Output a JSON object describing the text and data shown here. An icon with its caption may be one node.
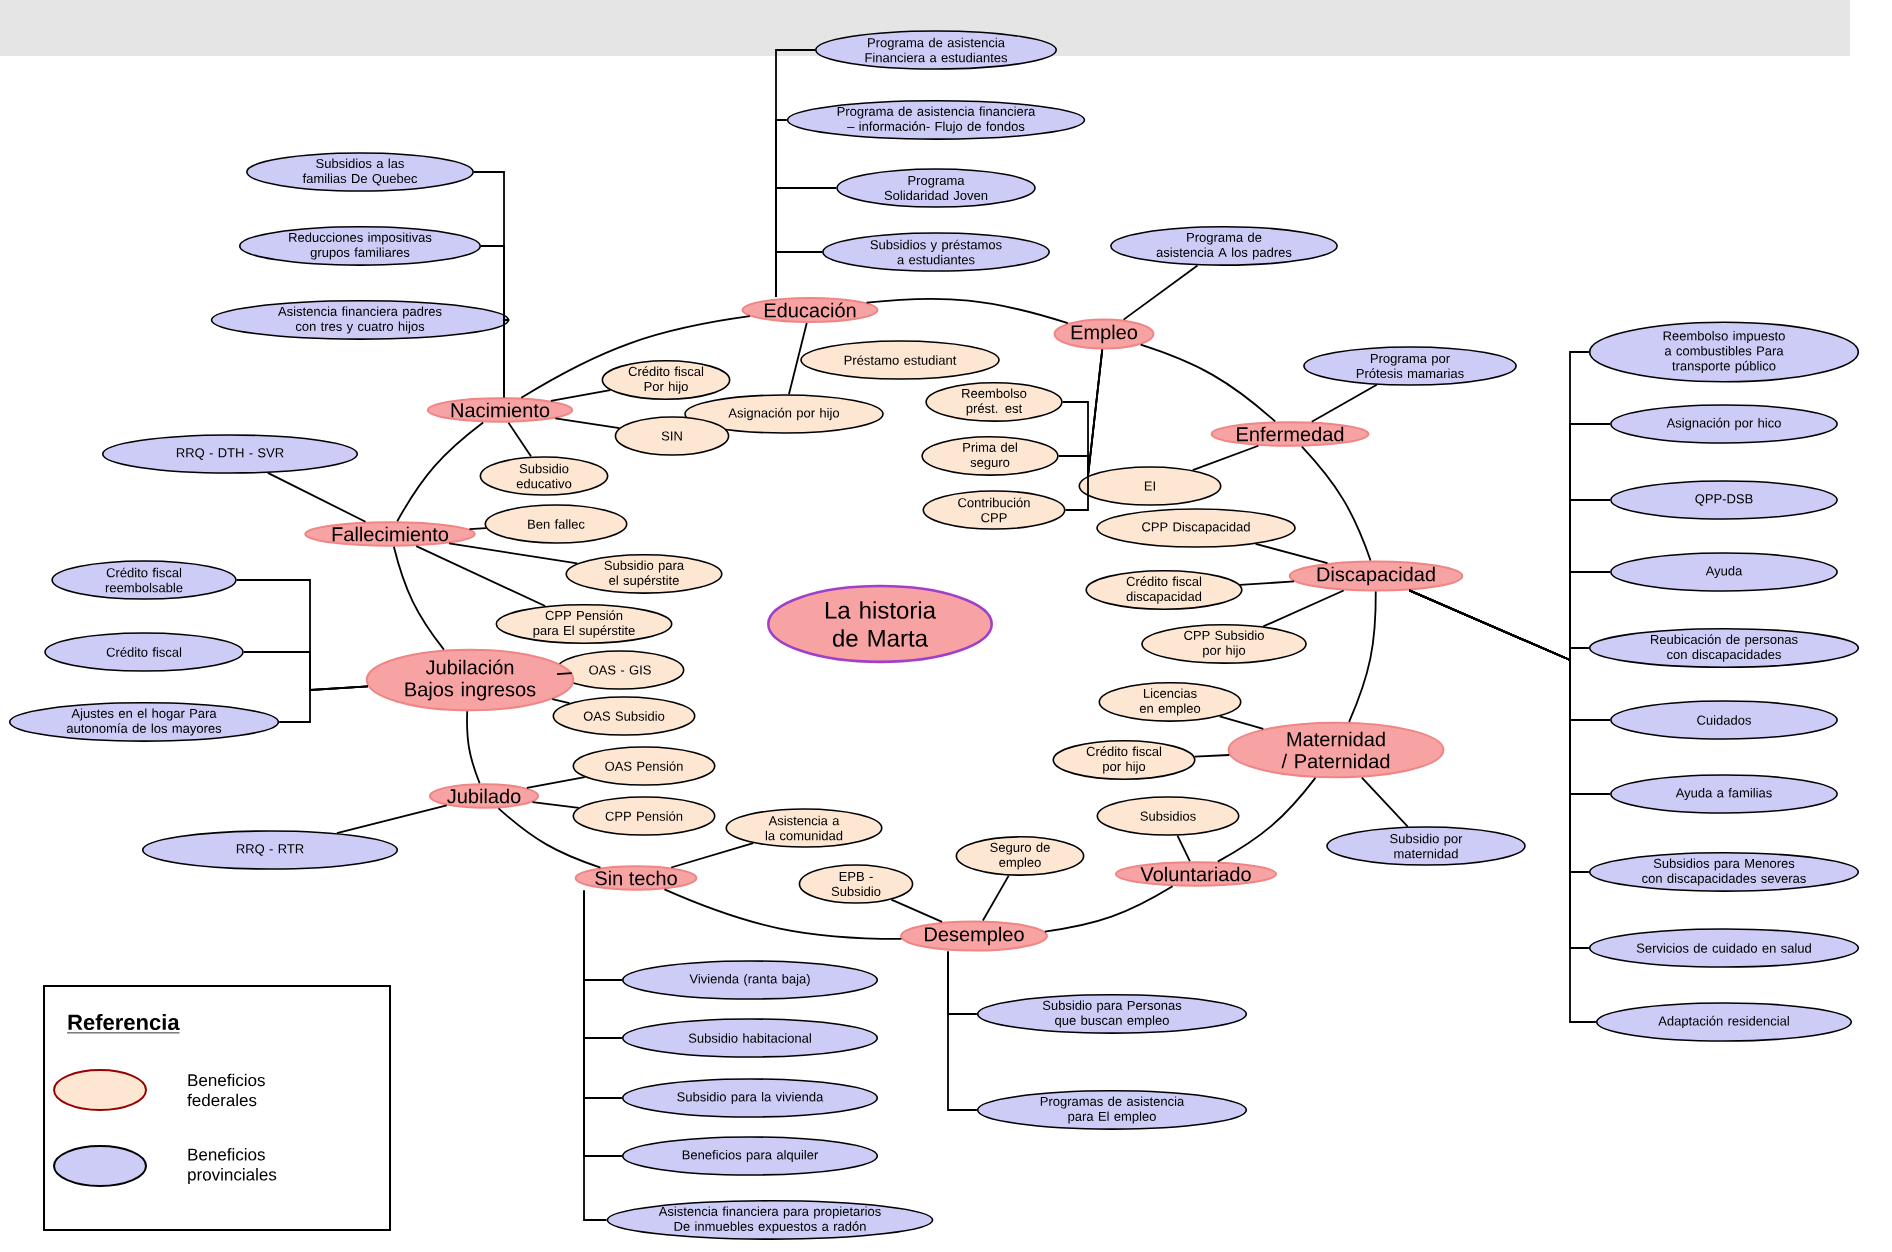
{
  "diagram": {
    "nodes": [
      {
        "text": [
          "Programa de asistencia Financiera a estudiantes"
        ]
      },
      {
        "text": [
          "Programa de asistencia financiera – información- Flujo de fondos"
        ]
      },
      {
        "text": [
          "Programa Solidaridad Joven"
        ]
      },
      {
        "text": [
          "Subsidios a las familias De Quebec"
        ]
      },
      {
        "text": [
          "Subsidios y préstamos a estudiantes"
        ]
      },
      {
        "text": [
          "Programa de asistencia A los padres"
        ]
      },
      {
        "text": [
          "Reducciones impositivas grupos familiares"
        ]
      },
      {
        "text": [
          "Educación"
        ]
      },
      {
        "text": [
          "Asistencia financiera padres con tres y cuatro hijos"
        ]
      },
      {
        "text": [
          "Empleo"
        ]
      },
      {
        "text": [
          "Préstamo estudiant"
        ]
      },
      {
        "text": [
          "Reembolso impuesto a combustibles Para transporte público"
        ]
      },
      {
        "text": [
          "Programa por Prótesis mamarias"
        ]
      },
      {
        "text": [
          "Crédito fiscal Por hijo"
        ]
      },
      {
        "text": [
          "Reembolso prést. est"
        ]
      },
      {
        "text": [
          "Asignación por hijo"
        ]
      },
      {
        "text": [
          "Nacimiento"
        ]
      },
      {
        "text": [
          "Asignación por hico"
        ]
      },
      {
        "text": [
          "Enfermedad"
        ]
      },
      {
        "text": [
          "SIN"
        ]
      },
      {
        "text": [
          "RRQ - DTH - SVR"
        ]
      },
      {
        "text": [
          "Prima del seguro"
        ]
      },
      {
        "text": [
          "Subsidio educativo"
        ]
      },
      {
        "text": [
          "EI"
        ]
      },
      {
        "text": [
          "QPP-DSB"
        ]
      },
      {
        "text": [
          "Contribución CPP"
        ]
      },
      {
        "text": [
          "Ben fallec"
        ]
      },
      {
        "text": [
          "CPP Discapacidad"
        ]
      },
      {
        "text": [
          "Fallecimiento"
        ]
      },
      {
        "text": [
          "Ayuda"
        ]
      },
      {
        "text": [
          "Subsidio para el supérstite"
        ]
      },
      {
        "text": [
          "Discapacidad"
        ]
      },
      {
        "text": [
          "Crédito fiscal reembolsable"
        ]
      },
      {
        "text": [
          "Crédito fiscal discapacidad"
        ]
      },
      {
        "text": [
          "CPP Pensión para El supérstite"
        ]
      },
      {
        "text": [
          "La historia de Marta"
        ]
      },
      {
        "text": [
          "CPP Subsidio por hijo"
        ]
      },
      {
        "text": [
          "Reubicación de personas con discapacidades"
        ]
      },
      {
        "text": [
          "Crédito fiscal"
        ]
      },
      {
        "text": [
          "OAS - GIS"
        ]
      },
      {
        "text": [
          "Jubilación Bajos ingresos"
        ]
      },
      {
        "text": [
          "Licencias en empleo"
        ]
      },
      {
        "text": [
          "OAS Subsidio"
        ]
      },
      {
        "text": [
          "Cuidados"
        ]
      },
      {
        "text": [
          "Ajustes en el hogar Para autonomía de los mayores"
        ]
      },
      {
        "text": [
          "Maternidad / Paternidad"
        ]
      },
      {
        "text": [
          "Crédito fiscal por hijo"
        ]
      },
      {
        "text": [
          "OAS Pensión"
        ]
      },
      {
        "text": [
          "Jubilado"
        ]
      },
      {
        "text": [
          "Ayuda a familias"
        ]
      },
      {
        "text": [
          "Subsidios"
        ]
      },
      {
        "text": [
          "CPP Pensión"
        ]
      },
      {
        "text": [
          "Asistencia a la comunidad"
        ]
      },
      {
        "text": [
          "RRQ - RTR"
        ]
      },
      {
        "text": [
          "Subsidio por maternidad"
        ]
      },
      {
        "text": [
          "Seguro de empleo"
        ]
      },
      {
        "text": [
          "Sin techo"
        ]
      },
      {
        "text": [
          "Voluntariado"
        ]
      },
      {
        "text": [
          "Subsidios para Menores con discapacidades severas"
        ]
      },
      {
        "text": [
          "EPB - Subsidio"
        ]
      },
      {
        "text": [
          "Desempleo"
        ]
      },
      {
        "text": [
          "Servicios de cuidado en salud"
        ]
      },
      {
        "text": [
          "Vivienda (ranta baja)"
        ]
      },
      {
        "text": [
          "Subsidio para Personas que buscan empleo"
        ]
      },
      {
        "text": [
          "Adaptación residencial"
        ]
      },
      {
        "text": [
          "Subsidio habitacional"
        ]
      },
      {
        "text": [
          "Programas de asistencia para El empleo"
        ]
      },
      {
        "text": [
          "Subsidio para la vivienda"
        ]
      },
      {
        "text": [
          "Beneficios para alquiler"
        ]
      },
      {
        "text": [
          "Asistencia financiera para propietarios De inmuebles expuestos a radón"
        ]
      }
    ],
    "edges": [
      {
        "from": 7,
        "to": 9,
        "arrow": "none"
      },
      {
        "from": 9,
        "to": 18,
        "arrow": "none"
      },
      {
        "from": 18,
        "to": 31,
        "arrow": "none"
      },
      {
        "from": 31,
        "to": 45,
        "arrow": "none"
      },
      {
        "from": 45,
        "to": 57,
        "arrow": "none"
      },
      {
        "from": 57,
        "to": 60,
        "arrow": "none"
      },
      {
        "from": 60,
        "to": 56,
        "arrow": "none"
      },
      {
        "from": 56,
        "to": 48,
        "arrow": "none"
      },
      {
        "from": 48,
        "to": 40,
        "arrow": "none"
      },
      {
        "from": 40,
        "to": 28,
        "arrow": "none"
      },
      {
        "from": 28,
        "to": 16,
        "arrow": "none"
      },
      {
        "from": 16,
        "to": 7,
        "arrow": "none"
      },
      {
        "from": 7,
        "to": 0,
        "arrow": "none"
      },
      {
        "from": 7,
        "to": 1,
        "arrow": "none"
      },
      {
        "from": 7,
        "to": 2,
        "arrow": "none"
      },
      {
        "from": 7,
        "to": 4,
        "arrow": "none"
      },
      {
        "from": 7,
        "to": 15,
        "arrow": "none"
      },
      {
        "from": 16,
        "to": 3,
        "arrow": "none"
      },
      {
        "from": 16,
        "to": 6,
        "arrow": "none"
      },
      {
        "from": 16,
        "to": 8,
        "arrow": "none"
      },
      {
        "from": 16,
        "to": 13,
        "arrow": "none"
      },
      {
        "from": 16,
        "to": 19,
        "arrow": "none"
      },
      {
        "from": 16,
        "to": 22,
        "arrow": "none"
      },
      {
        "from": 9,
        "to": 5,
        "arrow": "none"
      },
      {
        "from": 9,
        "to": 14,
        "arrow": "none"
      },
      {
        "from": 9,
        "to": 21,
        "arrow": "none"
      },
      {
        "from": 9,
        "to": 25,
        "arrow": "none"
      },
      {
        "from": 18,
        "to": 12,
        "arrow": "none"
      },
      {
        "from": 18,
        "to": 23,
        "arrow": "none"
      },
      {
        "from": 31,
        "to": 27,
        "arrow": "none"
      },
      {
        "from": 31,
        "to": 33,
        "arrow": "none"
      },
      {
        "from": 31,
        "to": 36,
        "arrow": "none"
      },
      {
        "from": 31,
        "to": 11,
        "arrow": "none"
      },
      {
        "from": 31,
        "to": 17,
        "arrow": "none"
      },
      {
        "from": 31,
        "to": 24,
        "arrow": "none"
      },
      {
        "from": 31,
        "to": 29,
        "arrow": "none"
      },
      {
        "from": 31,
        "to": 37,
        "arrow": "none"
      },
      {
        "from": 31,
        "to": 43,
        "arrow": "none"
      },
      {
        "from": 31,
        "to": 49,
        "arrow": "none"
      },
      {
        "from": 31,
        "to": 58,
        "arrow": "none"
      },
      {
        "from": 31,
        "to": 61,
        "arrow": "none"
      },
      {
        "from": 31,
        "to": 64,
        "arrow": "none"
      },
      {
        "from": 28,
        "to": 20,
        "arrow": "none"
      },
      {
        "from": 28,
        "to": 26,
        "arrow": "none"
      },
      {
        "from": 28,
        "to": 30,
        "arrow": "none"
      },
      {
        "from": 28,
        "to": 34,
        "arrow": "none"
      },
      {
        "from": 40,
        "to": 32,
        "arrow": "none"
      },
      {
        "from": 40,
        "to": 38,
        "arrow": "none"
      },
      {
        "from": 40,
        "to": 44,
        "arrow": "none"
      },
      {
        "from": 40,
        "to": 39,
        "arrow": "none"
      },
      {
        "from": 40,
        "to": 42,
        "arrow": "none"
      },
      {
        "from": 48,
        "to": 53,
        "arrow": "none"
      },
      {
        "from": 48,
        "to": 47,
        "arrow": "none"
      },
      {
        "from": 48,
        "to": 51,
        "arrow": "none"
      },
      {
        "from": 45,
        "to": 41,
        "arrow": "none"
      },
      {
        "from": 45,
        "to": 46,
        "arrow": "none"
      },
      {
        "from": 45,
        "to": 54,
        "arrow": "none"
      },
      {
        "from": 57,
        "to": 50,
        "arrow": "none"
      },
      {
        "from": 56,
        "to": 52,
        "arrow": "none"
      },
      {
        "from": 56,
        "to": 62,
        "arrow": "none"
      },
      {
        "from": 56,
        "to": 65,
        "arrow": "none"
      },
      {
        "from": 56,
        "to": 67,
        "arrow": "none"
      },
      {
        "from": 56,
        "to": 68,
        "arrow": "none"
      },
      {
        "from": 56,
        "to": 69,
        "arrow": "none"
      },
      {
        "from": 60,
        "to": 55,
        "arrow": "none"
      },
      {
        "from": 60,
        "to": 59,
        "arrow": "none"
      },
      {
        "from": 60,
        "to": 63,
        "arrow": "none"
      },
      {
        "from": 60,
        "to": 66,
        "arrow": "none"
      }
    ],
    "labels": [
      "Referencia"
    ],
    "legend": [
      {
        "text": "Beneficios federales",
        "color": "#fde6d2"
      },
      {
        "text": "Beneficios provinciales",
        "color": "#ccccf6"
      }
    ]
  }
}
